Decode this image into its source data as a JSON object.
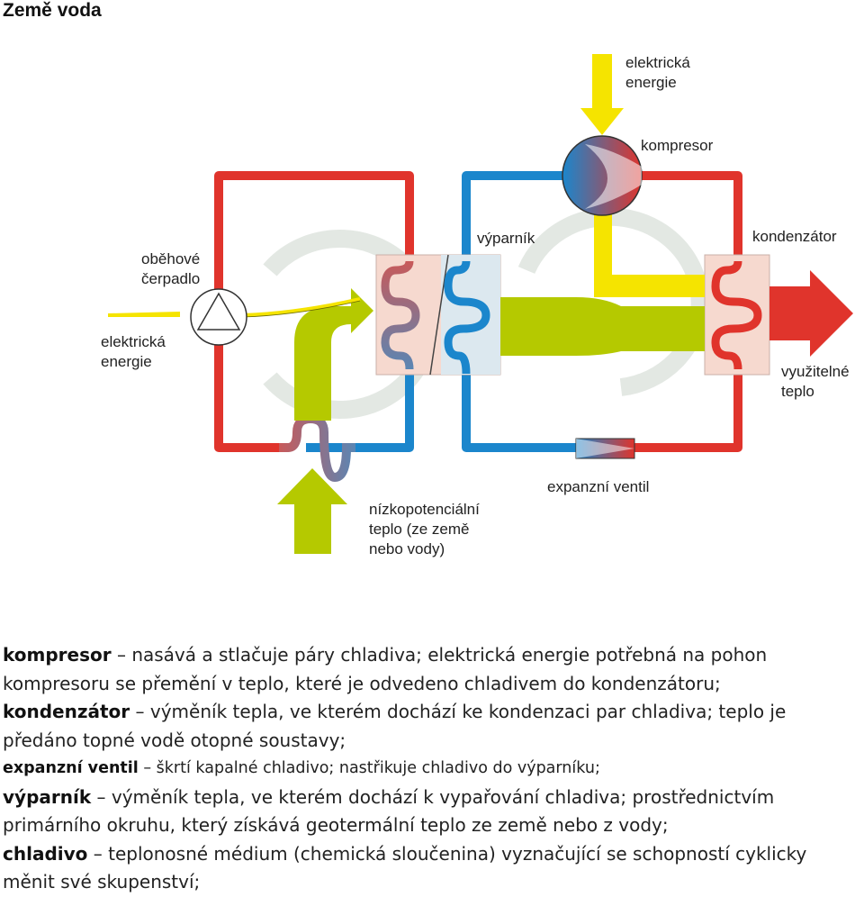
{
  "title": "Země voda",
  "labels": {
    "elektricka_top_1": "elektrická",
    "elektricka_top_2": "energie",
    "kompresor": "kompresor",
    "vyparnik": "výparník",
    "kondenzator": "kondenzátor",
    "obehove_1": "oběhové",
    "obehove_2": "čerpadlo",
    "elektricka_left_1": "elektrická",
    "elektricka_left_2": "energie",
    "vyuzitelne_1": "využitelné",
    "vyuzitelne_2": "teplo",
    "expanzni": "expanzní ventil",
    "nizko_1": "nízkopotenciální",
    "nizko_2": "teplo (ze země",
    "nizko_3": "nebo vody)"
  },
  "definitions": [
    {
      "term": "kompresor",
      "text": " – nasává a stlačuje páry chladiva; elektrická energie potřebná na pohon kompresoru se přemění v teplo, které je odvedeno chladivem do kondenzátoru;"
    },
    {
      "term": "kondenzátor",
      "text": " – výměník tepla, ve kterém dochází ke kondenzaci par chladiva; teplo je předáno topné vodě otopné soustavy;"
    },
    {
      "term": "expanzní ventil",
      "text": " – škrtí kapalné chladivo; nastřikuje chladivo do výparníku;"
    },
    {
      "term": "výparník",
      "text": " – výměník tepla, ve kterém dochází k vypařování chladiva; prostřednictvím primárního okruhu, který získává geotermální teplo ze země nebo z vody;"
    },
    {
      "term": "chladivo",
      "text": " – teplonosné médium (chemická sloučenina) vyznačující se schopností cyklicky měnit své skupenství;"
    }
  ],
  "colors": {
    "red": "#e0342c",
    "blue": "#1b86cc",
    "yellow": "#f5e400",
    "green": "#b5c900",
    "exchanger": "#f6d9cf"
  }
}
